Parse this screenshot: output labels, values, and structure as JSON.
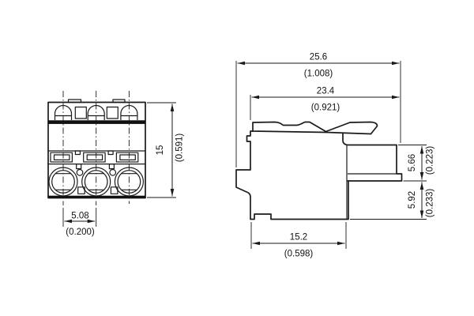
{
  "drawing": {
    "front_view": {
      "pitch_mm": "5.08",
      "pitch_in": "(0.200)",
      "height_mm": "15",
      "height_in": "(0.591)"
    },
    "side_view": {
      "overall_width_mm": "25.6",
      "overall_width_in": "(1.008)",
      "body_width_mm": "23.4",
      "body_width_in": "(0.921)",
      "plug_height_mm": "5.66",
      "plug_height_in": "(0.223)",
      "lower_height_mm": "5.92",
      "lower_height_in": "(0.233)",
      "base_width_mm": "15.2",
      "base_width_in": "(0.598)"
    },
    "colors": {
      "line": "#1a1a1a",
      "background": "#ffffff"
    }
  }
}
